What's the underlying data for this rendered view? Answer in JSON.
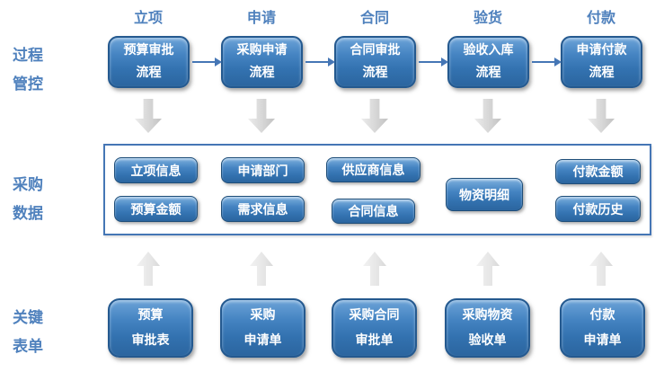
{
  "colors": {
    "label_blue": "#4f81bd",
    "box_border": "#24598f",
    "box_fill_top": "#6ca3d8",
    "box_fill_bottom": "#2b659f",
    "frame_border": "#4576b5",
    "connector_blue": "#4576b5",
    "down_arrow_gray": "#d6d6d6",
    "up_arrow_gray": "#e6e6e6",
    "box_text": "#ffffff"
  },
  "side_labels": [
    {
      "line1": "过程",
      "line2": "管控"
    },
    {
      "line1": "采购",
      "line2": "数据"
    },
    {
      "line1": "关键",
      "line2": "表单"
    }
  ],
  "columns": [
    {
      "stage": "立项",
      "process_line1": "预算审批",
      "process_line2": "流程",
      "data_top": "立项信息",
      "data_bottom": "预算金额",
      "form_line1": "预算",
      "form_line2": "审批表"
    },
    {
      "stage": "申请",
      "process_line1": "采购申请",
      "process_line2": "流程",
      "data_top": "申请部门",
      "data_bottom": "需求信息",
      "form_line1": "采购",
      "form_line2": "申请单"
    },
    {
      "stage": "合同",
      "process_line1": "合同审批",
      "process_line2": "流程",
      "data_top": "供应商信息",
      "data_bottom": "合同信息",
      "form_line1": "采购合同",
      "form_line2": "审批单"
    },
    {
      "stage": "验货",
      "process_line1": "验收入库",
      "process_line2": "流程",
      "data_single": "物资明细",
      "form_line1": "采购物资",
      "form_line2": "验收单"
    },
    {
      "stage": "付款",
      "process_line1": "申请付款",
      "process_line2": "流程",
      "data_top": "付款金额",
      "data_bottom": "付款历史",
      "form_line1": "付款",
      "form_line2": "申请单"
    }
  ]
}
